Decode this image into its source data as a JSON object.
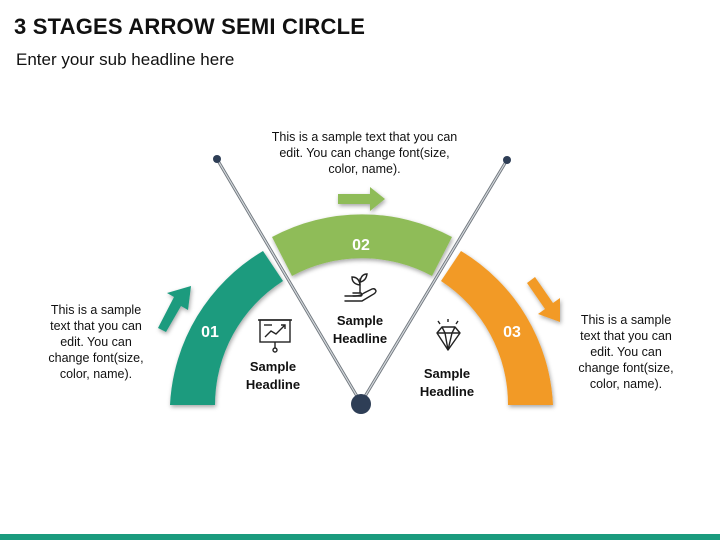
{
  "header": {
    "title": "3 STAGES ARROW SEMI CIRCLE",
    "subtitle": "Enter your sub headline here"
  },
  "stages": [
    {
      "number": "01",
      "heading": [
        "Sample",
        "Headline"
      ],
      "text": [
        "This is a sample",
        "text that you can",
        "edit. You can",
        "change font(size,",
        "color, name)."
      ],
      "color": "#1a9b7e",
      "icon": "presentation-board-icon"
    },
    {
      "number": "02",
      "heading": [
        "Sample",
        "Headline"
      ],
      "text": [
        "This is a sample text that you can",
        "edit. You can change font(size,",
        "color, name)."
      ],
      "color": "#8fbc59",
      "icon": "plant-in-hand-icon"
    },
    {
      "number": "03",
      "heading": [
        "Sample",
        "Headline"
      ],
      "text": [
        "This is a sample",
        "text that you can",
        "edit. You can",
        "change font(size,",
        "color, name)."
      ],
      "color": "#f29a25",
      "icon": "diamond-icon"
    }
  ],
  "colors": {
    "pivot": "#2e3e56",
    "needle": "#9aa0a6",
    "bottom_bar": "#1a9b7e"
  }
}
